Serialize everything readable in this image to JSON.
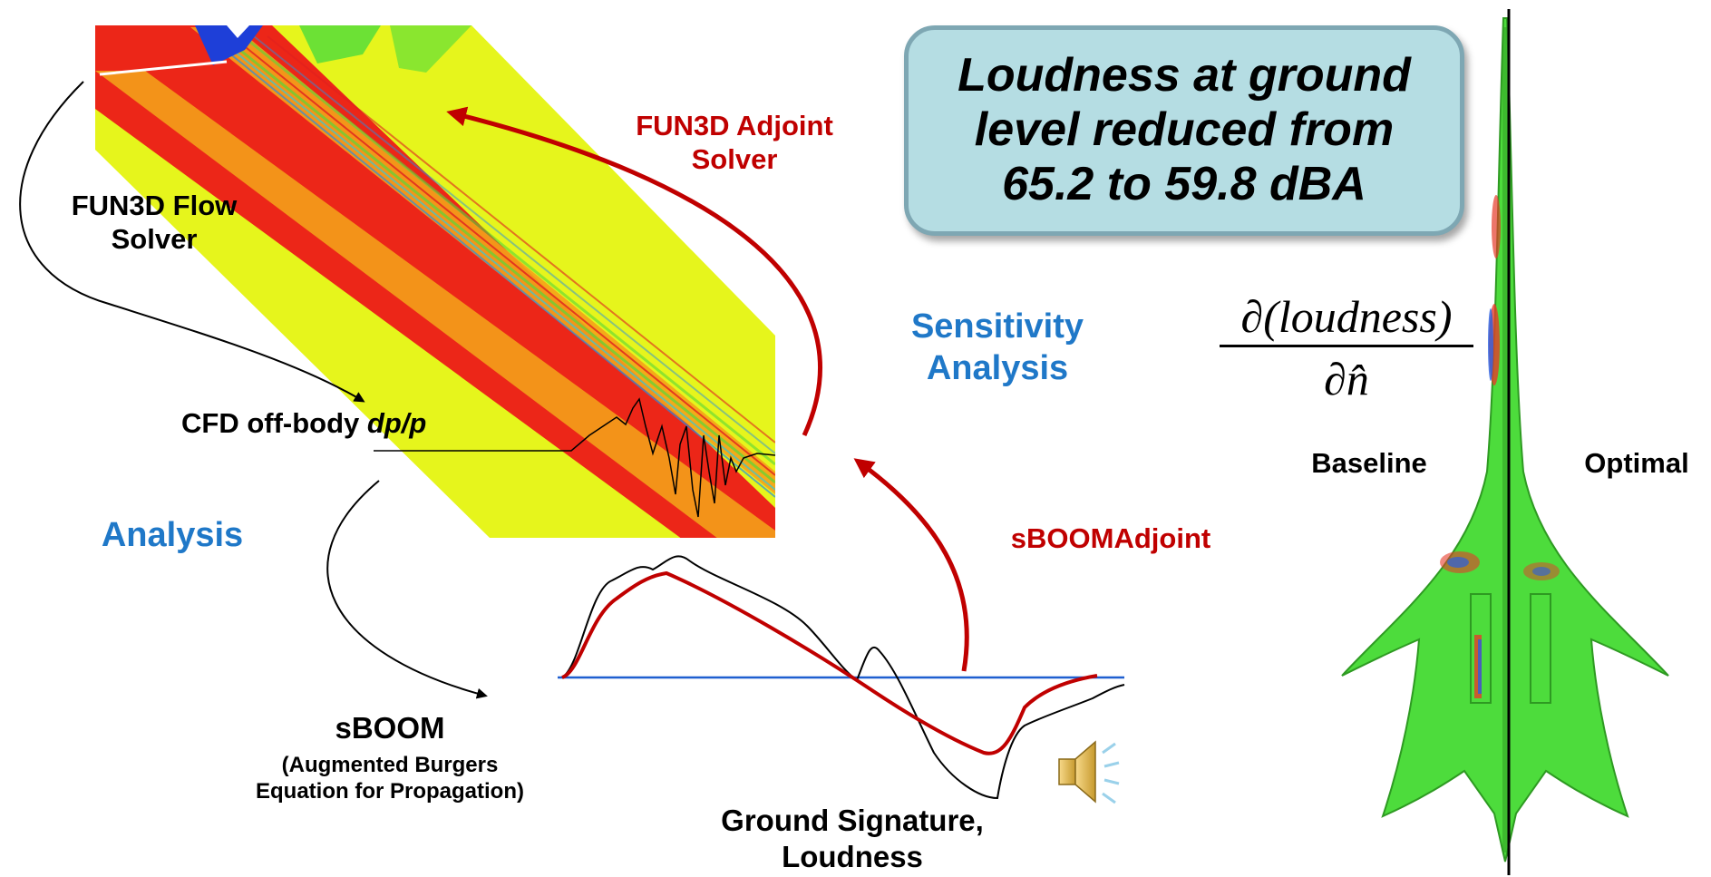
{
  "labels": {
    "flow_solver": "FUN3D Flow\nSolver",
    "adjoint_solver": "FUN3D Adjoint\nSolver",
    "cfd_offbody": "CFD off-body ",
    "cfd_offbody_italic": "dp/p",
    "analysis": "Analysis",
    "sensitivity_analysis": "Sensitivity\nAnalysis",
    "sboom_adjoint": "sBOOMAdjoint",
    "sboom_title": "sBOOM",
    "sboom_subtitle": "(Augmented Burgers\nEquation for Propagation)",
    "ground_signature": "Ground Signature,\nLoudness",
    "baseline": "Baseline",
    "optimal": "Optimal"
  },
  "callout": {
    "text": "Loudness at ground\nlevel reduced from\n65.2 to 59.8 dBA"
  },
  "formula": {
    "numerator": "∂(loudness)",
    "denominator": "∂n̂"
  },
  "icons": {
    "speaker": "speaker-icon"
  },
  "colors": {
    "adjoint_red": "#c00000",
    "analysis_blue": "#1f78c8",
    "callout_fill": "#b5dde3",
    "field_yellow": "#e6f51c",
    "surface_green": "#4ddc3c"
  }
}
